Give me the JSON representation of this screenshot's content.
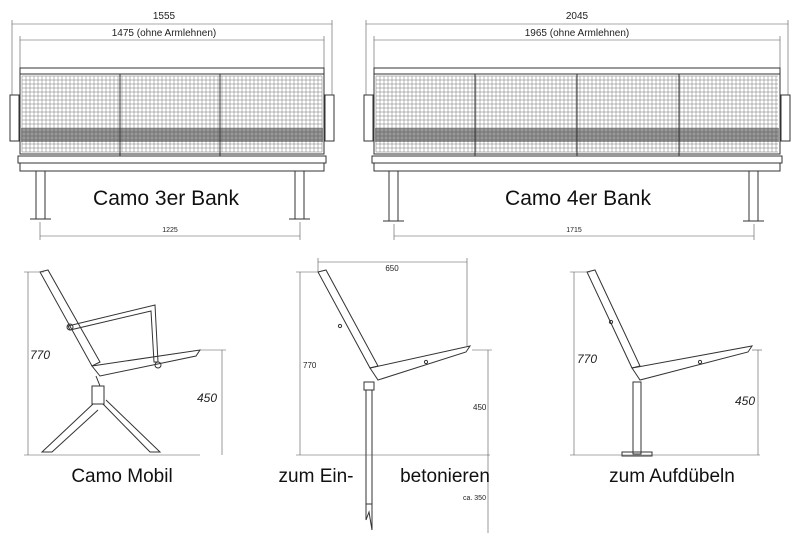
{
  "benches": {
    "three_seat": {
      "label": "Camo 3er Bank",
      "overall_width": "1555",
      "width_no_armrests": "1475 (ohne Armlehnen)",
      "leg_spacing": "1225"
    },
    "four_seat": {
      "label": "Camo 4er Bank",
      "overall_width": "2045",
      "width_no_armrests": "1965 (ohne Armlehnen)",
      "leg_spacing": "1715"
    }
  },
  "side_views": {
    "mobil": {
      "label": "Camo Mobil",
      "height": "770",
      "seat_height": "450"
    },
    "concrete": {
      "label_left": "zum Ein-",
      "label_right": "betonieren",
      "depth": "650",
      "height": "770",
      "seat_height": "450",
      "embed_depth": "ca. 350"
    },
    "dowel": {
      "label": "zum Aufdübeln",
      "height": "770",
      "seat_height": "450"
    }
  },
  "colors": {
    "line": "#333333",
    "background": "#ffffff"
  }
}
